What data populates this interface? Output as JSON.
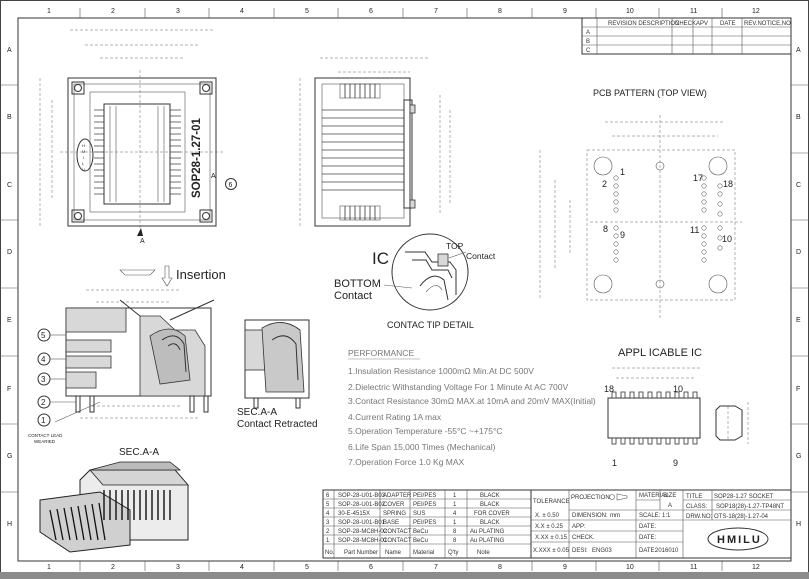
{
  "grid": {
    "cols": [
      "1",
      "2",
      "3",
      "4",
      "5",
      "6",
      "7",
      "8",
      "9",
      "10",
      "11",
      "12"
    ],
    "rows": [
      "A",
      "B",
      "C",
      "D",
      "E",
      "F",
      "G",
      "H"
    ]
  },
  "revision": {
    "headers": [
      "REVISION DESCRIPTION",
      "CHECK",
      "APV",
      "DATE",
      "REV.NOTICE,NO"
    ],
    "rows": [
      "A",
      "B",
      "C"
    ]
  },
  "labels": {
    "part_vertical": "SOP28-1.27-01",
    "pin_callout": "6",
    "section_mark": "A",
    "insertion": "Insertion",
    "ic": "IC",
    "top_contact": "TOP\nContact",
    "top_contact_1": "TOP",
    "top_contact_2": "Contact",
    "bottom_contact_1": "BOTTOM",
    "bottom_contact_2": "Contact",
    "contact_tip_detail": "CONTAC TIP DETAIL",
    "pcb_pattern": "PCB PATTERN  (TOP VIEW)",
    "applicable_ic": "APPL ICABLE IC",
    "sec_aa": "SEC.A-A",
    "sec_aa_retracted_1": "SEC.A-A",
    "sec_aa_retracted_2": "Contact Retracted",
    "contact_lead_1": "CONTACT LEAD",
    "contact_lead_2": "WEARIED",
    "callouts": [
      "5",
      "4",
      "3",
      "2",
      "1"
    ]
  },
  "pcb_pins": [
    "1",
    "2",
    "8",
    "9",
    "17",
    "18",
    "11",
    "10"
  ],
  "ic_pins": [
    "18",
    "10",
    "1",
    "9"
  ],
  "performance": {
    "title": "PERFORMANCE",
    "items": [
      "1.Insulation Resistance 1000mΩ Min.At DC 500V",
      "2.Dielectric Withstanding Voltage For 1 Minute At AC 700V",
      "3.Contact Resistance 30mΩ MAX.at 10mA and 20mV MAX(Initial)",
      "4.Current Rating 1A max",
      "5.Operation Temperature -55°C ~+175°C",
      "6.Life Span 15,000 Times (Mechanical)",
      "7.Operation Force 1.0 Kg MAX"
    ]
  },
  "bom": {
    "rows": [
      [
        "6",
        "SOP-28-U01-B03",
        "ADAPTER",
        "PEI/PES",
        "1",
        "BLACK"
      ],
      [
        "5",
        "SOP-28-U01-B02",
        "COVER",
        "PEI/PES",
        "1",
        "BLACK"
      ],
      [
        "4",
        "30-E-4515X",
        "SPRING",
        "SUS",
        "4",
        "FOR COVER"
      ],
      [
        "3",
        "SOP-28-U01-B01",
        "BASE",
        "PEI/PES",
        "1",
        "BLACK"
      ],
      [
        "2",
        "SOP-28-MC8H-02",
        "CONTACT",
        "BeCu",
        "8",
        "Au PLATING"
      ],
      [
        "1",
        "SOP-28-MC8H-01",
        "CONTACT",
        "BeCu",
        "8",
        "Au PLATING"
      ]
    ],
    "header": [
      "No.",
      "Part Number",
      "Name",
      "Material",
      "Q'ty",
      "Note"
    ]
  },
  "title_block": {
    "tolerance": "TOLERANCE",
    "projection": "PROJECTION",
    "tol_rows": [
      "X.  ± 0.50",
      "X.X ± 0.25",
      "X.XX ± 0.15",
      "X.XXX ± 0.05"
    ],
    "dimension": "DIMENSION:",
    "unit": "mm",
    "scale": "SCALE:",
    "scale_val": "1:1",
    "app": "APP:",
    "check": "CHECK.",
    "design": "DESI:",
    "designer": "ENG03",
    "date": "DATE:",
    "date_val": "2016010",
    "size_hdr": "SIZE",
    "size_val": "A",
    "material_hdr": "MATERIAL",
    "material_val": "",
    "title_hdr": "TITLE",
    "title_val": "SOP28-1.27 SOCKET",
    "class_hdr": "CLASS:",
    "class_val": "SOP18(28)-1.27-TP48NT",
    "drw_hdr": "DRW.NO:",
    "drw_val": "OTS-18(28)-1.27-04",
    "company": "HMILU"
  }
}
